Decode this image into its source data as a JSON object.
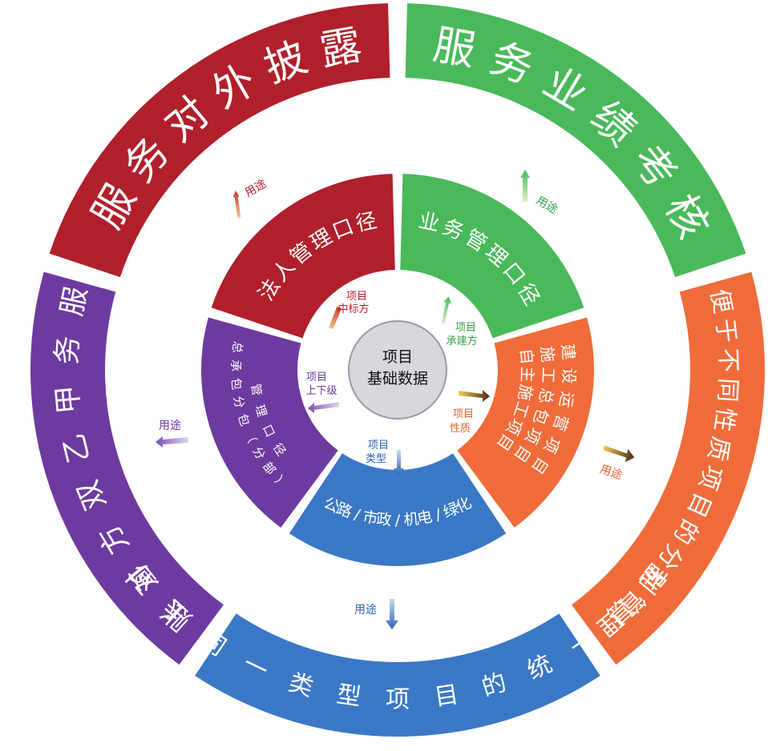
{
  "center": {
    "line1": "项目",
    "line2": "基础数据"
  },
  "inner_ring": [
    {
      "id": "legal",
      "label": "法人管理口径",
      "color": "#b01f2b"
    },
    {
      "id": "business",
      "label": "业务管理口径",
      "color": "#49b95a"
    },
    {
      "id": "nature",
      "lines": [
        "建设运营项目",
        "施工总包项目",
        "自主施工项目"
      ],
      "color": "#f06c3a"
    },
    {
      "id": "type",
      "label": "公路/市政/机电/绿化",
      "color": "#3a78c5"
    },
    {
      "id": "hierarchy",
      "lines": [
        "总承包分包（分部）",
        "管理口径"
      ],
      "color": "#6d3aa0"
    }
  ],
  "outer_ring": [
    {
      "id": "disclosure",
      "label": "服务对外披露",
      "color": "#b01f2b"
    },
    {
      "id": "performance",
      "label": "服务业绩考核",
      "color": "#49b95a"
    },
    {
      "id": "nature_mgmt",
      "label": "便于不同性质项目的分别管理",
      "color": "#f06c3a"
    },
    {
      "id": "type_mgmt",
      "label": "便于同一类型项目的统一管理",
      "color": "#3a78c5"
    },
    {
      "id": "reconcile",
      "label": "服务甲乙双方对账",
      "color": "#6d3aa0"
    }
  ],
  "inner_links": [
    {
      "id": "winning",
      "lines": [
        "项目",
        "中标方"
      ],
      "color": "#b01f2b"
    },
    {
      "id": "builder",
      "lines": [
        "项目",
        "承建方"
      ],
      "color": "#49b95a"
    },
    {
      "id": "nature",
      "lines": [
        "项目",
        "性质"
      ],
      "color": "#f06c3a"
    },
    {
      "id": "type",
      "lines": [
        "项目",
        "类型"
      ],
      "color": "#3a78c5"
    },
    {
      "id": "level",
      "lines": [
        "项目",
        "上下级"
      ],
      "color": "#6d3aa0"
    }
  ],
  "usage_label": "用途"
}
